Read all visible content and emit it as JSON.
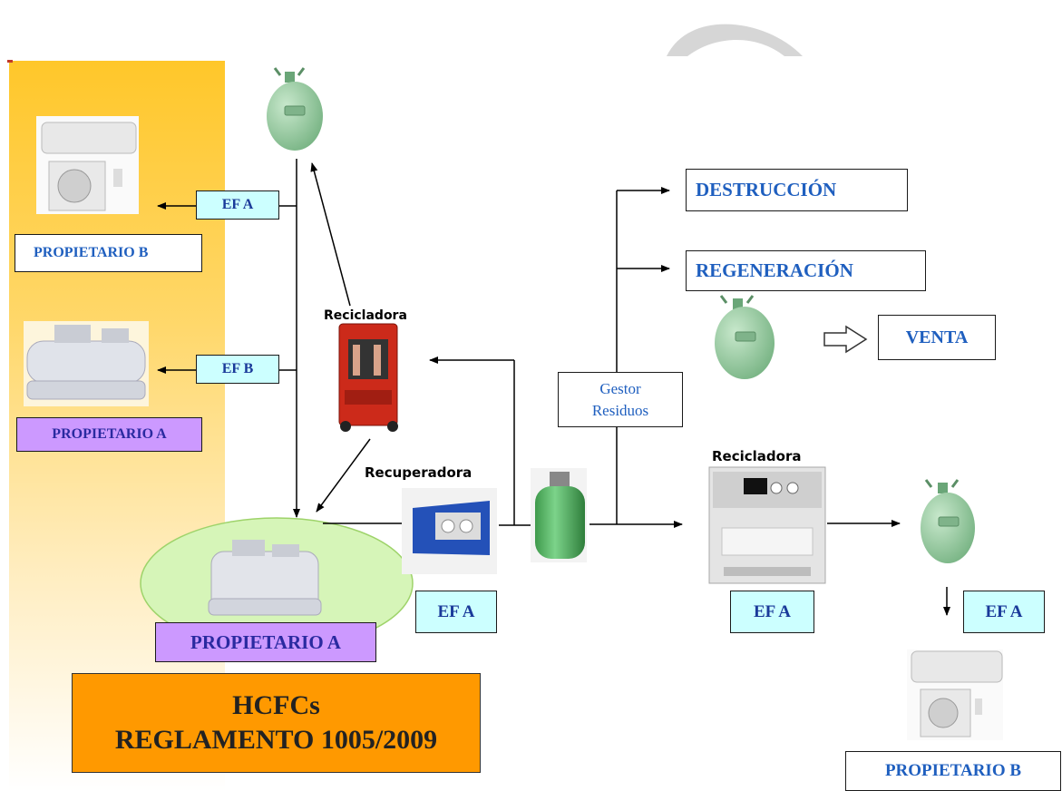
{
  "left_panel": {
    "ef_a": "EF A",
    "ef_b": "EF B",
    "propietario_b": "PROPIETARIO B",
    "propietario_a": "PROPIETARIO A"
  },
  "center": {
    "recicladora": "Recicladora",
    "recuperadora": "Recuperadora",
    "propietario_a": "PROPIETARIO A",
    "ef_a": "EF A"
  },
  "gestor": {
    "line1": "Gestor",
    "line2": "Residuos"
  },
  "destinations": {
    "destruccion": "DESTRUCCIÓN",
    "regeneracion": "REGENERACIÓN",
    "venta": "VENTA"
  },
  "right": {
    "recicladora": "Recicladora",
    "ef_a_machine": "EF A",
    "ef_a_cylinder": "EF A",
    "propietario_b": "PROPIETARIO B"
  },
  "title": {
    "line1": "HCFCs",
    "line2": "REGLAMENTO 1005/2009"
  },
  "colors": {
    "ef_box": "#ccffff",
    "propietario_a_box": "#cc99ff",
    "title_box": "#ff9900",
    "text_blue": "#1f5fbf",
    "cylinder_green": "#8fc99a",
    "ellipse_green": "#d6f5b8"
  }
}
